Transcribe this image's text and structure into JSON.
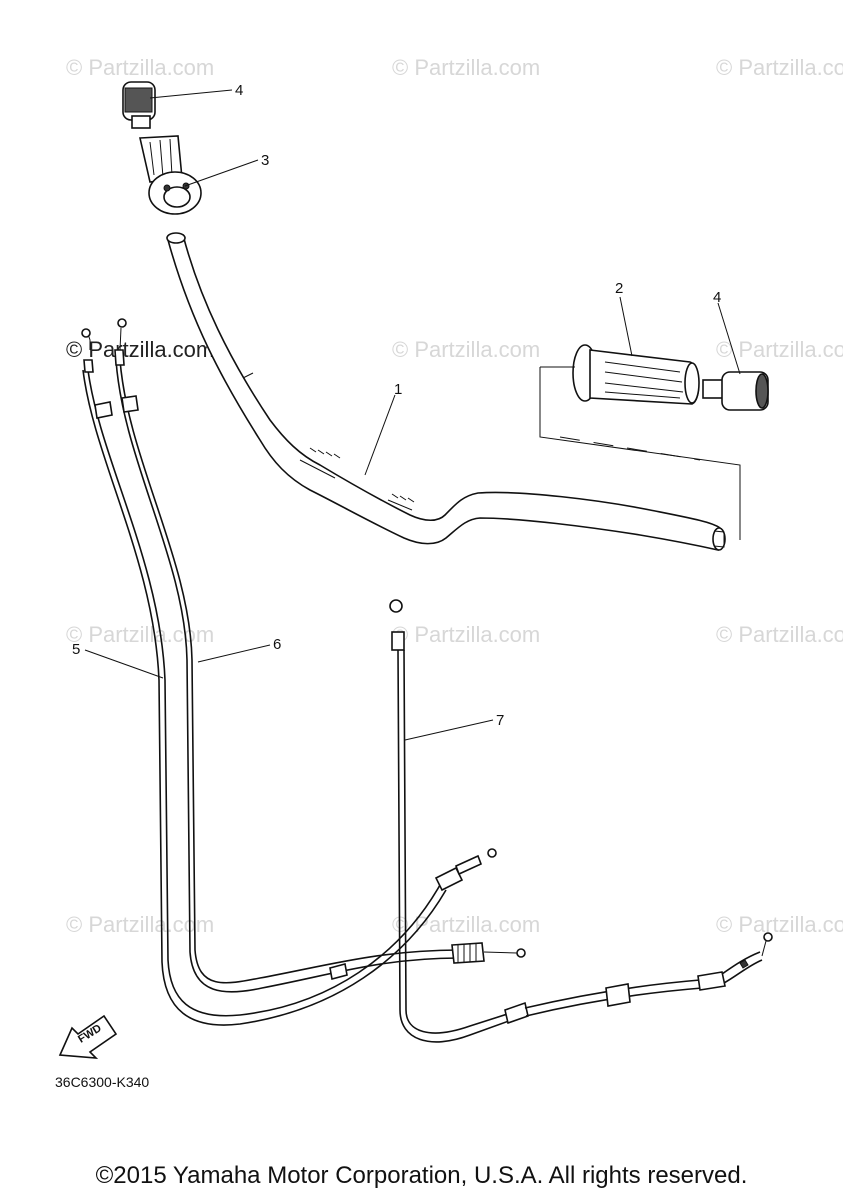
{
  "watermark": {
    "text": "© Partzilla.com",
    "text_dark": "© Partzilla.com"
  },
  "callouts": {
    "c1": "1",
    "c2": "2",
    "c3": "3",
    "c4a": "4",
    "c4b": "4",
    "c5": "5",
    "c6": "6",
    "c7": "7"
  },
  "fwd_label": "FWD",
  "drawing_code": "36C6300-K340",
  "copyright": "©2015 Yamaha Motor Corporation, U.S.A. All rights reserved."
}
